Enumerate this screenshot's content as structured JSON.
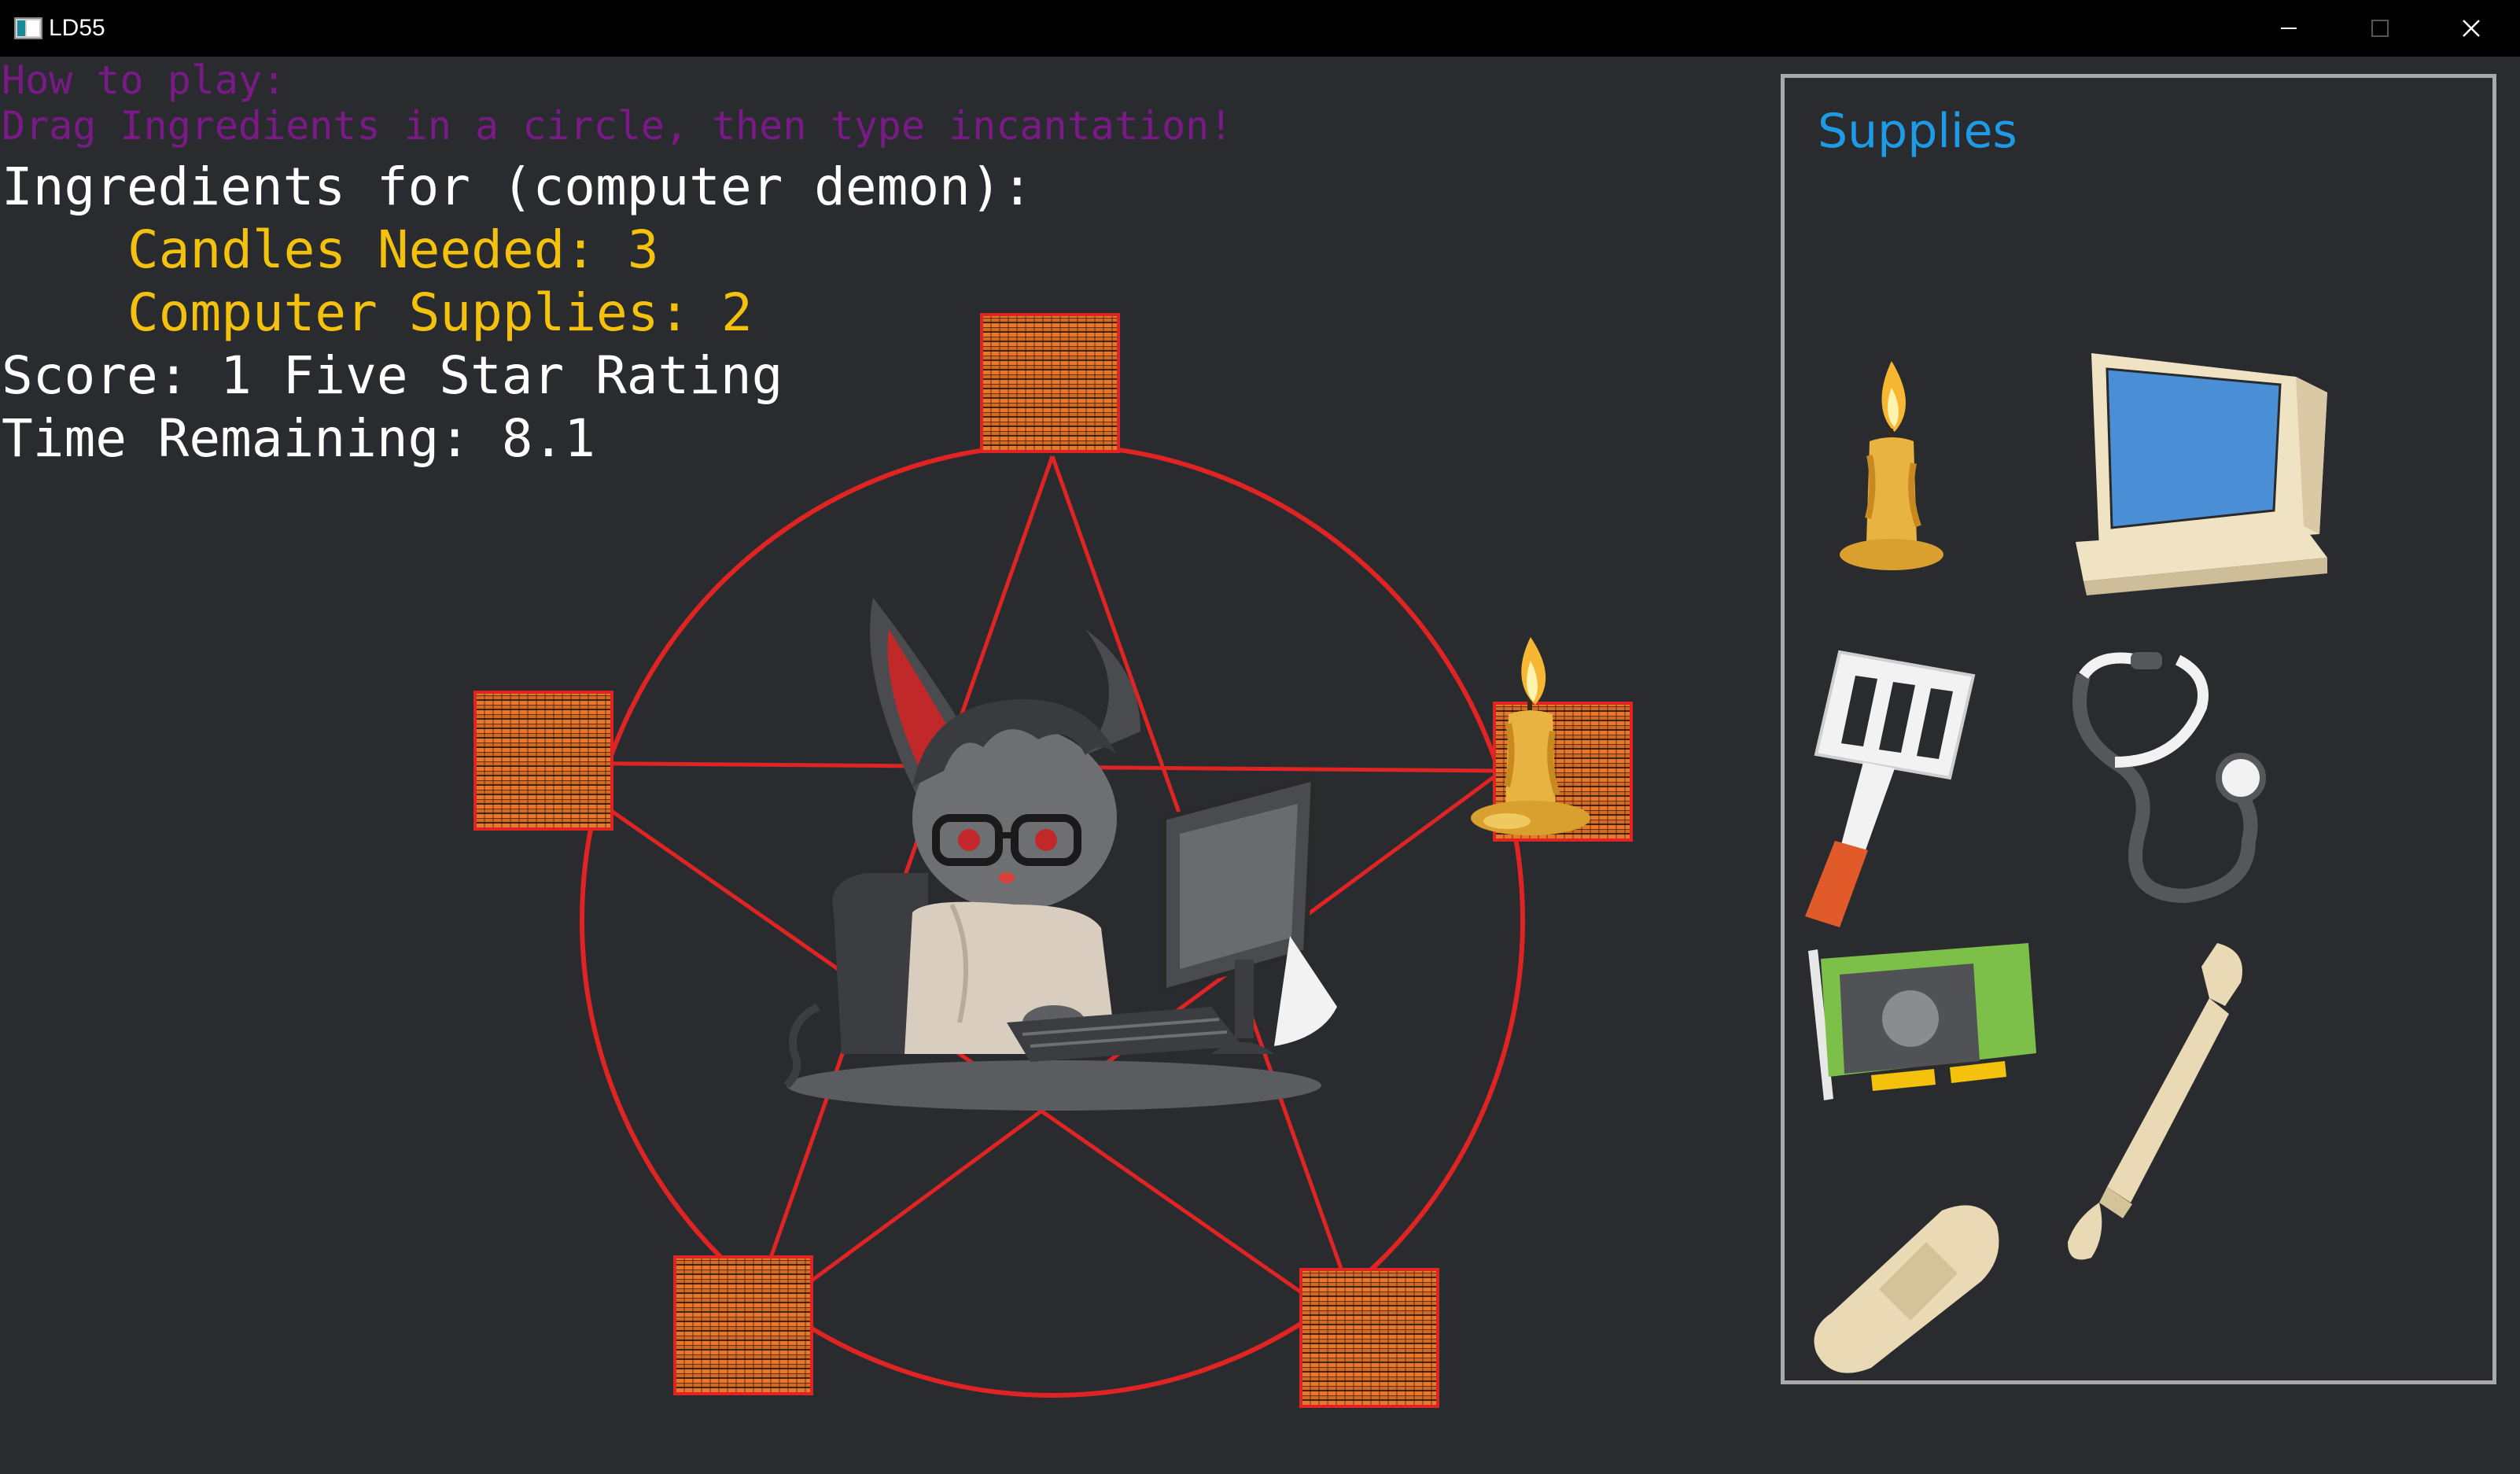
{
  "window": {
    "title": "LD55",
    "controls": [
      "minimize-icon",
      "maximize-icon",
      "close-icon"
    ]
  },
  "hud": {
    "how_to_title": "How to play:",
    "how_to_text": "Drag Ingredients in a circle, then type incantation!",
    "ingredients_header": "Ingredients for (computer demon):",
    "candles_needed": "Candles Needed: 3",
    "computer_supplies": "Computer Supplies: 2",
    "score": "Score: 1 Five Star Rating",
    "time_remaining": "Time Remaining: 8.1"
  },
  "colors": {
    "background": "#2a2b2f",
    "instruction_text": "#7a1a86",
    "requirement_text": "#f4c20d",
    "hud_text": "#ffffff",
    "pentagram": "#e02424",
    "slot_fill": "#e9782a",
    "supplies_title": "#1e9be6",
    "panel_border": "#a9a9a9"
  },
  "ritual": {
    "slots": [
      {
        "id": "top",
        "item": ""
      },
      {
        "id": "left",
        "item": ""
      },
      {
        "id": "right",
        "item": "candle"
      },
      {
        "id": "bottom-left",
        "item": ""
      },
      {
        "id": "bottom-right",
        "item": ""
      }
    ],
    "center_character": "demon-at-computer"
  },
  "supplies": {
    "title": "Supplies",
    "items": [
      "candle",
      "computer-monitor",
      "spatula",
      "stethoscope",
      "graphics-card",
      "rolling-pin",
      "bandage"
    ]
  }
}
